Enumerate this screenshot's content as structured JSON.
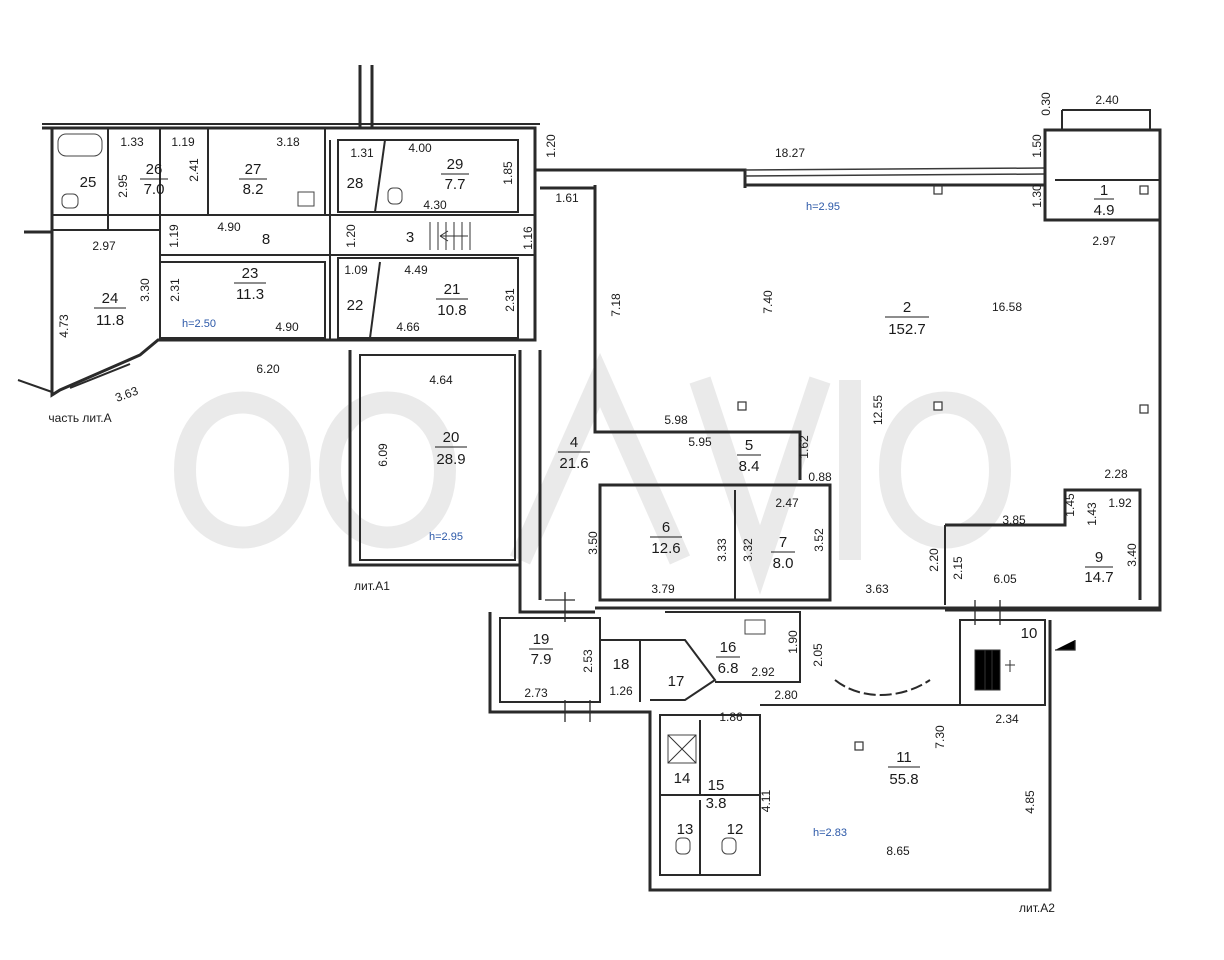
{
  "rooms": [
    {
      "no": "1",
      "area": "4.9"
    },
    {
      "no": "2",
      "area": "152.7"
    },
    {
      "no": "3",
      "area": ""
    },
    {
      "no": "4",
      "area": "21.6"
    },
    {
      "no": "5",
      "area": "8.4"
    },
    {
      "no": "6",
      "area": "12.6"
    },
    {
      "no": "7",
      "area": "8.0"
    },
    {
      "no": "8",
      "area": ""
    },
    {
      "no": "9",
      "area": "14.7"
    },
    {
      "no": "10",
      "area": ""
    },
    {
      "no": "11",
      "area": "55.8"
    },
    {
      "no": "12",
      "area": ""
    },
    {
      "no": "13",
      "area": ""
    },
    {
      "no": "14",
      "area": ""
    },
    {
      "no": "15",
      "area": "3.8"
    },
    {
      "no": "16",
      "area": "6.8"
    },
    {
      "no": "17",
      "area": ""
    },
    {
      "no": "18",
      "area": ""
    },
    {
      "no": "19",
      "area": "7.9"
    },
    {
      "no": "20",
      "area": "28.9"
    },
    {
      "no": "21",
      "area": "10.8"
    },
    {
      "no": "22",
      "area": ""
    },
    {
      "no": "23",
      "area": "11.3"
    },
    {
      "no": "24",
      "area": "11.8"
    },
    {
      "no": "25",
      "area": ""
    },
    {
      "no": "26",
      "area": "7.0"
    },
    {
      "no": "27",
      "area": "8.2"
    },
    {
      "no": "28",
      "area": ""
    },
    {
      "no": "29",
      "area": "7.7"
    }
  ],
  "dimensions": [
    "2.40",
    "0.30",
    "1.50",
    "1.30",
    "2.97",
    "18.27",
    "1.20",
    "1.61",
    "1.33",
    "1.19",
    "3.18",
    "2.95",
    "2.41",
    "1.31",
    "4.00",
    "1.85",
    "4.30",
    "1.19",
    "4.90",
    "1.20",
    "1.16",
    "2.97",
    "3.30",
    "2.31",
    "1.09",
    "4.49",
    "2.31",
    "4.73",
    "4.90",
    "4.66",
    "3.63",
    "6.20",
    "4.64",
    "7.18",
    "7.40",
    "16.58",
    "6.09",
    "5.98",
    "5.95",
    "1.62",
    "0.88",
    "12.55",
    "2.28",
    "2.47",
    "1.45",
    "1.92",
    "1.43",
    "3.50",
    "3.33",
    "3.32",
    "3.52",
    "3.85",
    "2.20",
    "2.15",
    "3.40",
    "3.79",
    "3.63",
    "6.05",
    "2.53",
    "1.90",
    "2.05",
    "2.92",
    "1.26",
    "2.73",
    "2.80",
    "1.86",
    "7.30",
    "2.34",
    "4.11",
    "4.85",
    "8.65"
  ],
  "heights": [
    "h=2.95",
    "h=2.50",
    "h=2.95",
    "h=2.83"
  ],
  "annotations": {
    "part_lit_a": "часть лит.А",
    "lit_a1": "лит.А1",
    "lit_a2": "лит.А2"
  }
}
